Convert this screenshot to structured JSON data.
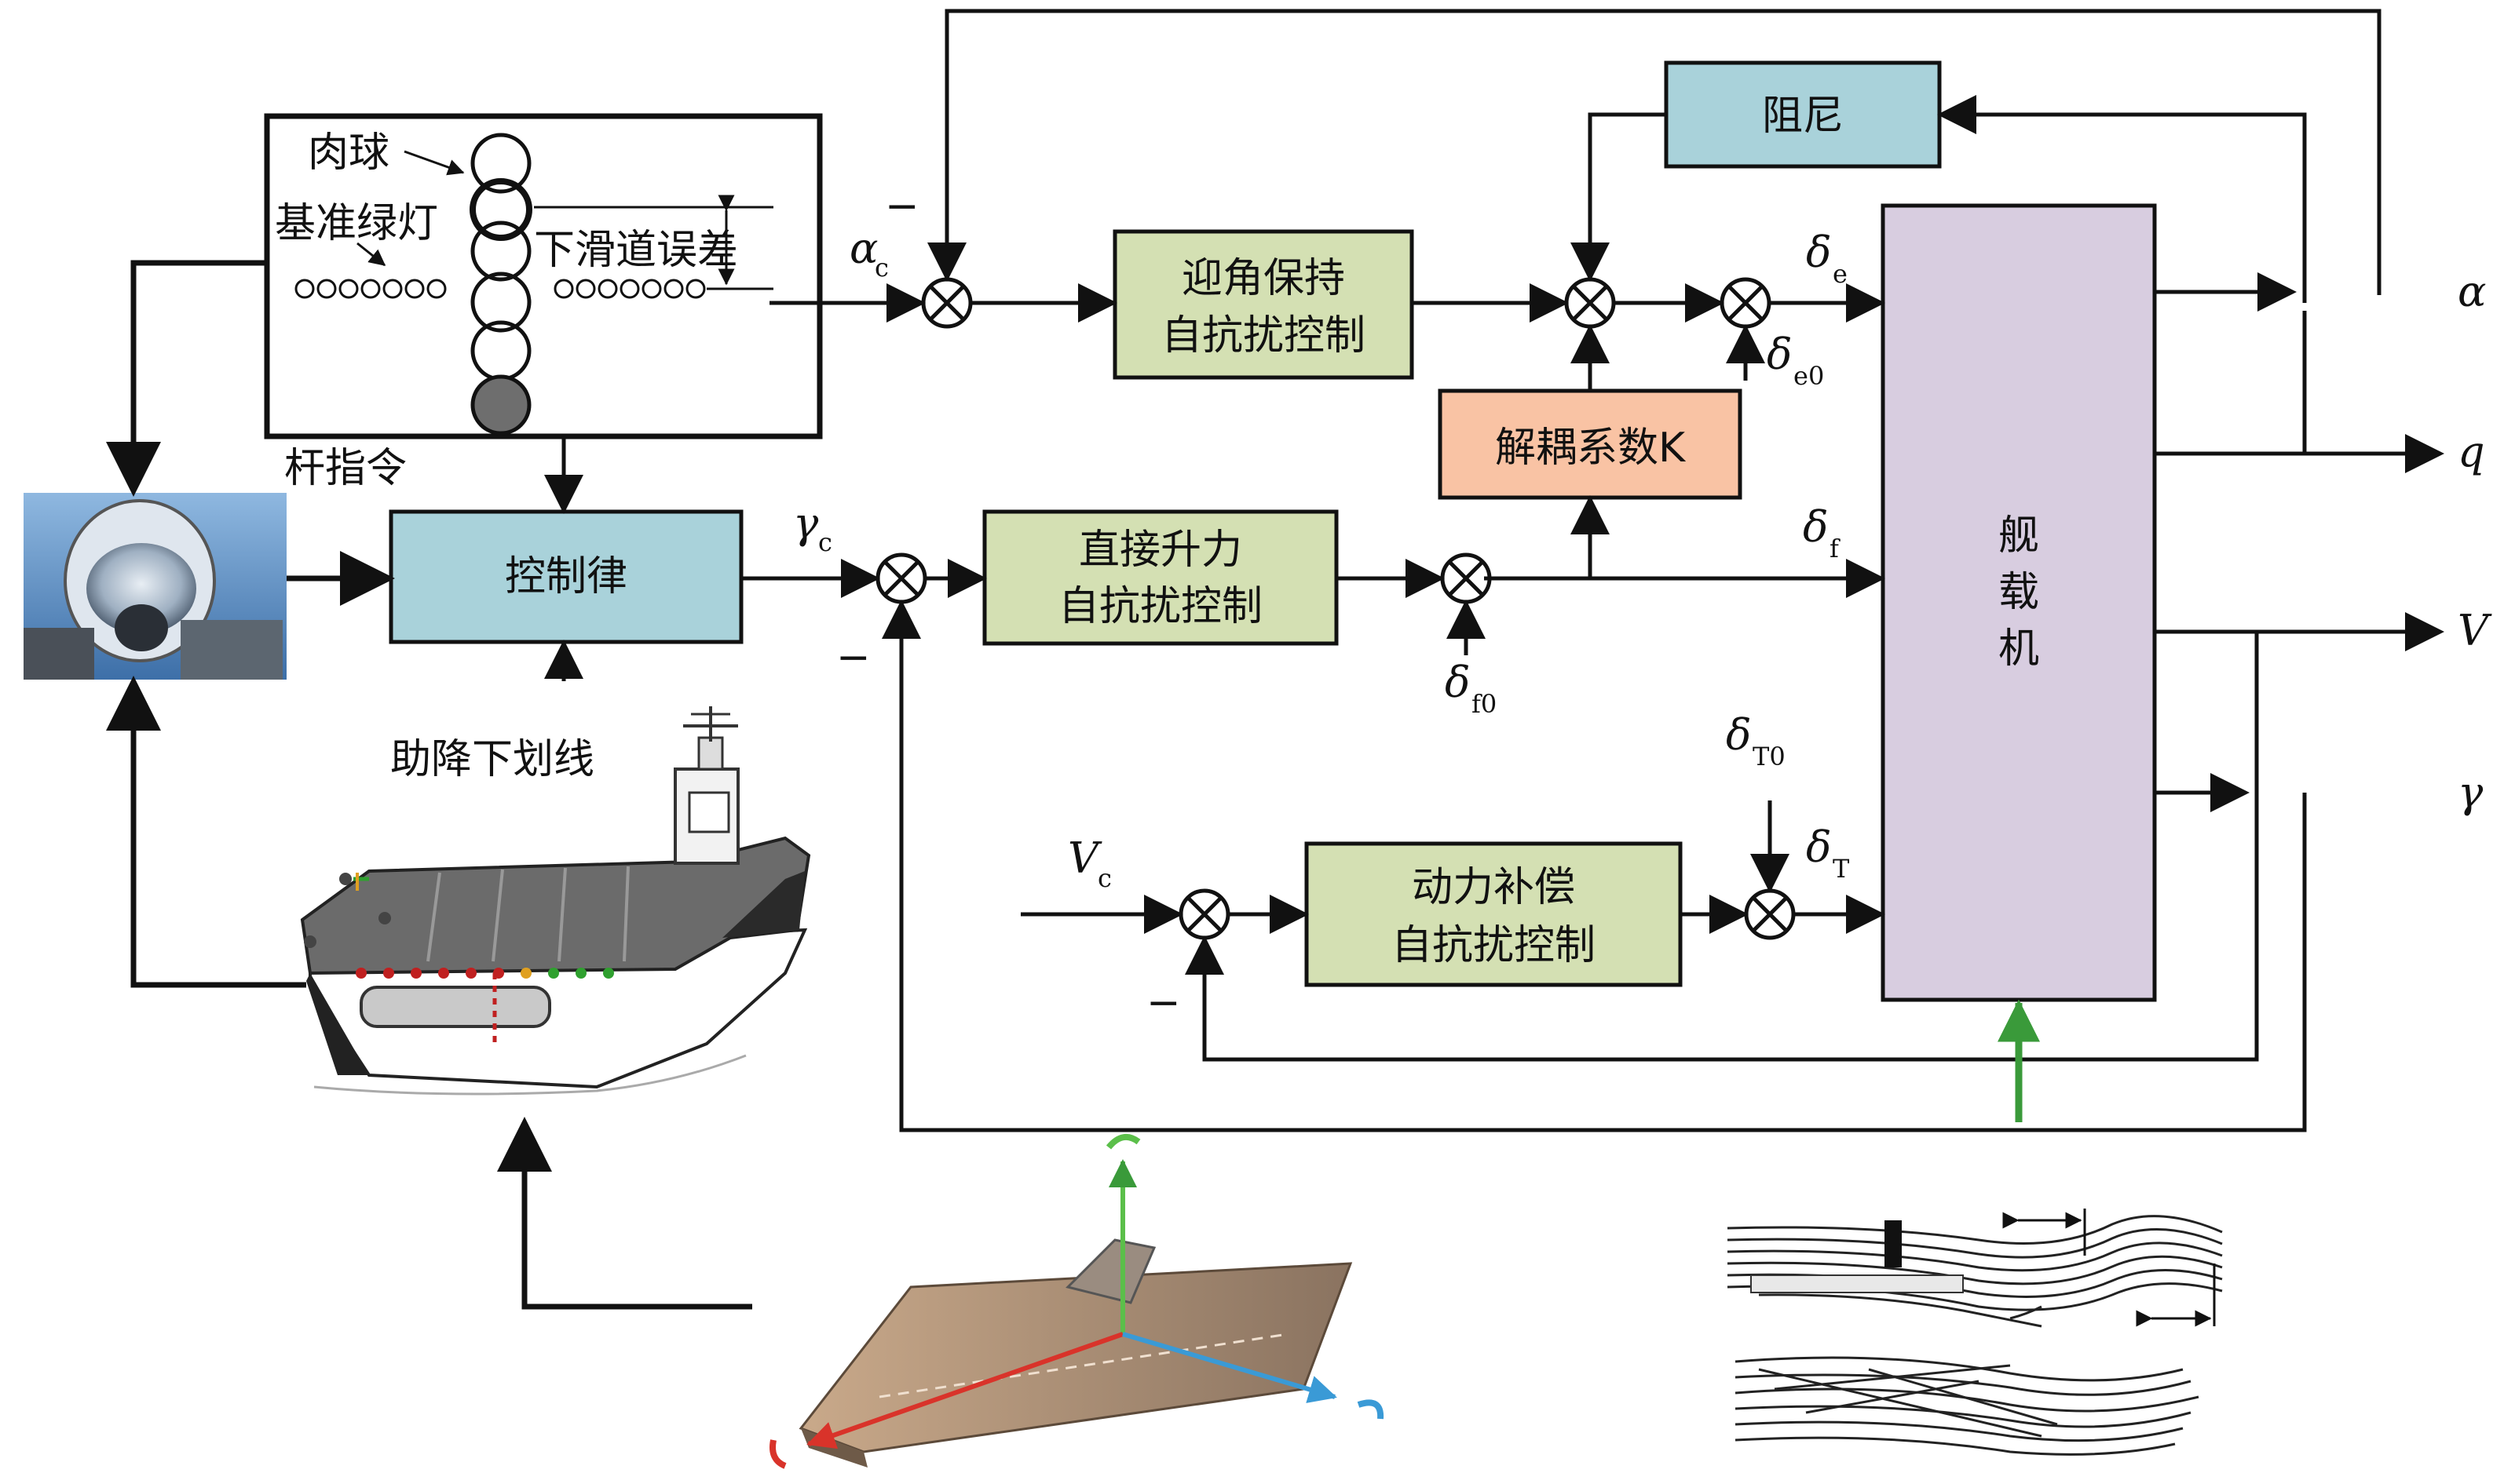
{
  "colors": {
    "green_block": "#d4e0b3",
    "blue_block": "#a9d2da",
    "salmon_block": "#f9c3a4",
    "purple_block": "#d8cde0",
    "line": "#111111",
    "green_arrow": "#3a9a3a",
    "axis_red": "#d9332a",
    "axis_blue": "#3a9ad6",
    "axis_green": "#5bbf4a"
  },
  "blocks": {
    "aoa_hold": [
      "迎角保持",
      "自抗扰控制"
    ],
    "direct_lift": [
      "直接升力",
      "自抗扰控制"
    ],
    "power_comp": [
      "动力补偿",
      "自抗扰控制"
    ],
    "damping": "阻尼",
    "decoupling": "解耦系数K",
    "control_law": "控制律",
    "aircraft": [
      "舰",
      "载",
      "机"
    ]
  },
  "lso_display": {
    "meatball": "肉球",
    "datum_lights": "基准绿灯",
    "glideslope_error": "下滑道误差",
    "stick_command": "杆指令"
  },
  "labels": {
    "landing_aid": "助降下划线"
  },
  "signals": {
    "alpha_c": {
      "sym": "α",
      "sub": "c"
    },
    "gamma_c": {
      "sym": "γ",
      "sub": "c"
    },
    "V_c": {
      "sym": "V",
      "sub": "c"
    },
    "delta_e": {
      "sym": "δ",
      "sub": "e"
    },
    "delta_e0": {
      "sym": "δ",
      "sub": "e0"
    },
    "delta_f": {
      "sym": "δ",
      "sub": "f"
    },
    "delta_f0": {
      "sym": "δ",
      "sub": "f0"
    },
    "delta_T": {
      "sym": "δ",
      "sub": "T"
    },
    "delta_T0": {
      "sym": "δ",
      "sub": "T0"
    }
  },
  "outputs": [
    "α",
    "q",
    "V",
    "γ"
  ],
  "minus_sign": "−"
}
